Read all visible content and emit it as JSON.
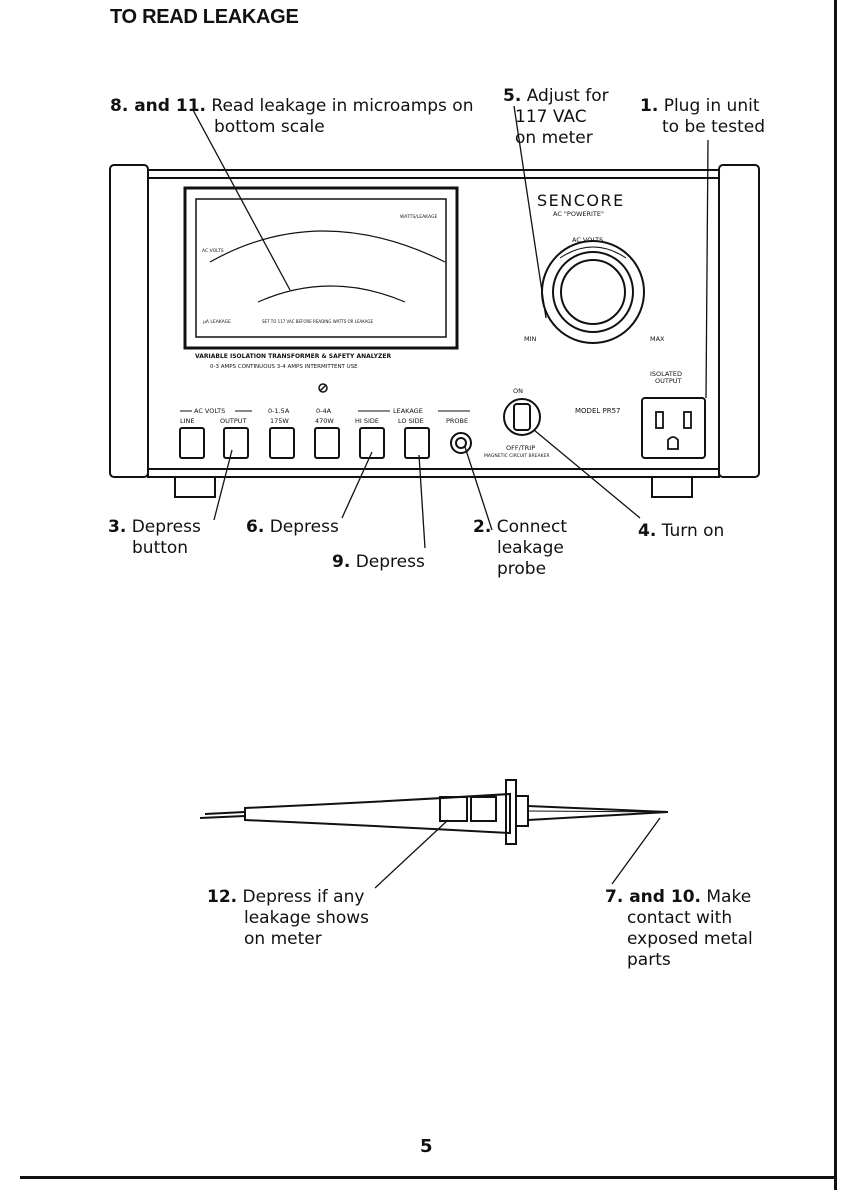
{
  "page": {
    "title": "TO READ LEAKAGE",
    "page_number": "5"
  },
  "steps": {
    "s8_11": {
      "num": "8. and 11.",
      "lines": [
        "Read leakage in microamps on",
        "bottom scale"
      ]
    },
    "s5": {
      "num": "5.",
      "lines": [
        "Adjust for",
        "117 VAC",
        "on meter"
      ]
    },
    "s1": {
      "num": "1.",
      "lines": [
        "Plug in unit",
        "to be tested"
      ]
    },
    "s3": {
      "num": "3.",
      "lines": [
        "Depress",
        "button"
      ]
    },
    "s6": {
      "num": "6.",
      "lines": [
        "Depress"
      ]
    },
    "s9": {
      "num": "9.",
      "lines": [
        "Depress"
      ]
    },
    "s2": {
      "num": "2.",
      "lines": [
        "Connect",
        "leakage",
        "probe"
      ]
    },
    "s4": {
      "num": "4.",
      "lines": [
        "Turn on"
      ]
    },
    "s12": {
      "num": "12.",
      "lines": [
        "Depress if any",
        "leakage shows",
        "on meter"
      ]
    },
    "s7_10": {
      "num": "7. and 10.",
      "lines": [
        "Make",
        "contact with",
        "exposed metal",
        "parts"
      ]
    }
  },
  "device": {
    "brand": "SENCORE",
    "product": "AC \"POWERITE\"",
    "knob_label": "AC VOLTS",
    "knob_min": "MIN",
    "knob_max": "MAX",
    "panel_title": "VARIABLE ISOLATION TRANSFORMER & SAFETY ANALYZER",
    "panel_sub": "0-3 AMPS CONTINUOUS   3-4 AMPS INTERMITTENT USE",
    "model": "MODEL PR57",
    "isolated_output": [
      "ISOLATED",
      "OUTPUT"
    ],
    "switch_on": "ON",
    "switch_off": "OFF/TRIP",
    "breaker": "MAGNETIC CIRCUIT BREAKER",
    "group_ac": "AC VOLTS",
    "group_leak": "LEAKAGE",
    "buttons": [
      {
        "top": "LINE",
        "bottom": ""
      },
      {
        "top": "OUTPUT",
        "bottom": ""
      },
      {
        "top": "0-1.5A",
        "bottom": "175W"
      },
      {
        "top": "0-4A",
        "bottom": "470W"
      },
      {
        "top": "HI SIDE",
        "bottom": ""
      },
      {
        "top": "LO SIDE",
        "bottom": ""
      }
    ],
    "probe_label": "PROBE",
    "meter_top_label": "WATTS/LEAKAGE",
    "meter_left_label": "AC VOLTS",
    "meter_bottom_label": "µA LEAKAGE",
    "meter_note": "SET TO 117 VAC BEFORE READING WATTS OR LEAKAGE"
  }
}
